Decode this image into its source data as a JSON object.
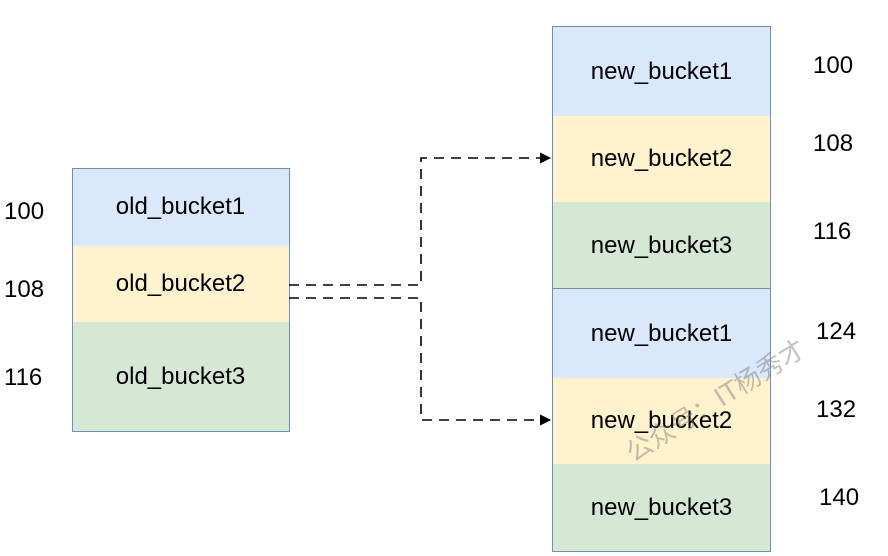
{
  "old_buckets": [
    {
      "label": "old_bucket1",
      "addr": "100"
    },
    {
      "label": "old_bucket2",
      "addr": "108"
    },
    {
      "label": "old_bucket3",
      "addr": "116"
    }
  ],
  "new_buckets_top": [
    {
      "label": "new_bucket1",
      "addr": "100"
    },
    {
      "label": "new_bucket2",
      "addr": "108"
    },
    {
      "label": "new_bucket3",
      "addr": "116"
    }
  ],
  "new_buckets_bottom": [
    {
      "label": "new_bucket1",
      "addr": "124"
    },
    {
      "label": "new_bucket2",
      "addr": "132"
    },
    {
      "label": "new_bucket3",
      "addr": "140"
    }
  ],
  "watermark": "公众号：IT杨秀才",
  "colors": {
    "blue": "#dae8fc",
    "yellow": "#fff2cc",
    "green": "#d5e8d4",
    "border": "#6c8ebf"
  }
}
